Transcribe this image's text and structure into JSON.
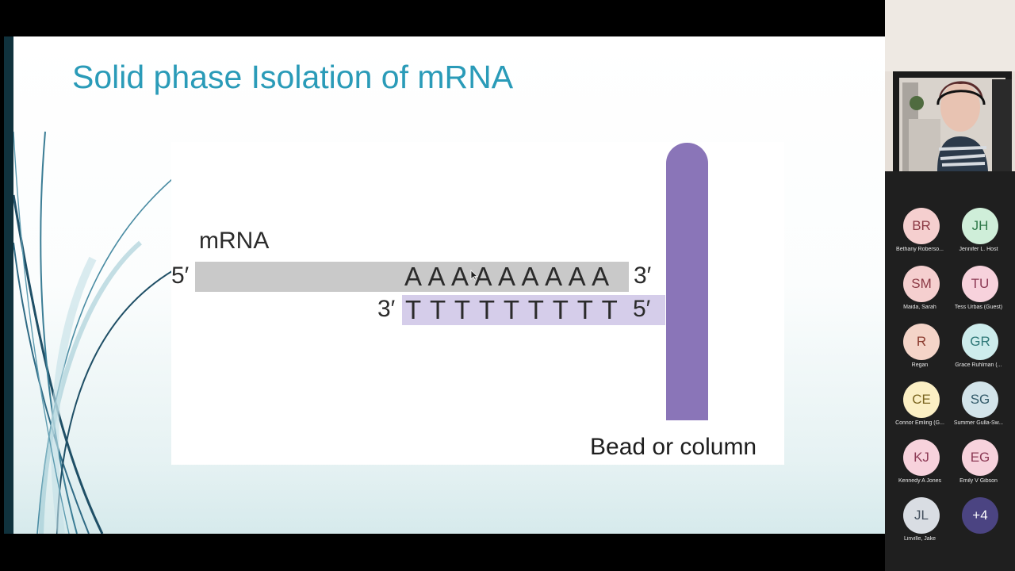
{
  "slide": {
    "title": "Solid phase Isolation of mRNA"
  },
  "figure": {
    "mrna_label": "mRNA",
    "five_prime_top": "5′",
    "three_prime_top": "3′",
    "three_prime_bottom": "3′",
    "five_prime_bottom": "5′",
    "polya_sequence": "AAAAAAAAA",
    "polyt_sequence": "TTTTTTTTT",
    "bead_label": "Bead or column",
    "colors": {
      "mrna_strand": "#c9c9c9",
      "oligo_dt_strand": "#d5cdea",
      "bead": "#8a75b8"
    }
  },
  "participants": [
    {
      "initials": "BR",
      "name": "Bethany Roberso...",
      "bg": "#f5cfcf",
      "fg": "#8c3a45"
    },
    {
      "initials": "JH",
      "name": "Jennifer L. Host",
      "bg": "#cfeed9",
      "fg": "#2f7a4a"
    },
    {
      "initials": "SM",
      "name": "Maida, Sarah",
      "bg": "#f5cfcf",
      "fg": "#8c3a45"
    },
    {
      "initials": "TU",
      "name": "Tess Urbas (Guest)",
      "bg": "#f7d2dc",
      "fg": "#8c3a55"
    },
    {
      "initials": "R",
      "name": "Regan",
      "bg": "#f4d4c8",
      "fg": "#8a3a2e"
    },
    {
      "initials": "GR",
      "name": "Grace Ruhlman (...",
      "bg": "#cdecec",
      "fg": "#2f7878"
    },
    {
      "initials": "CE",
      "name": "Connor Emling (G...",
      "bg": "#fbefc4",
      "fg": "#7a6520"
    },
    {
      "initials": "SG",
      "name": "Summer Gulla-Sw...",
      "bg": "#d3e4ea",
      "fg": "#355c6b"
    },
    {
      "initials": "KJ",
      "name": "Kennedy A Jones",
      "bg": "#f7d2dc",
      "fg": "#8c3a55"
    },
    {
      "initials": "EG",
      "name": "Emily V Gibson",
      "bg": "#f7d2dc",
      "fg": "#8c3a55"
    },
    {
      "initials": "JL",
      "name": "Linville, Jake",
      "bg": "#d9dde3",
      "fg": "#44505e"
    },
    {
      "initials": "+4",
      "name": "",
      "bg": "#4b4482",
      "fg": "#ffffff"
    }
  ]
}
